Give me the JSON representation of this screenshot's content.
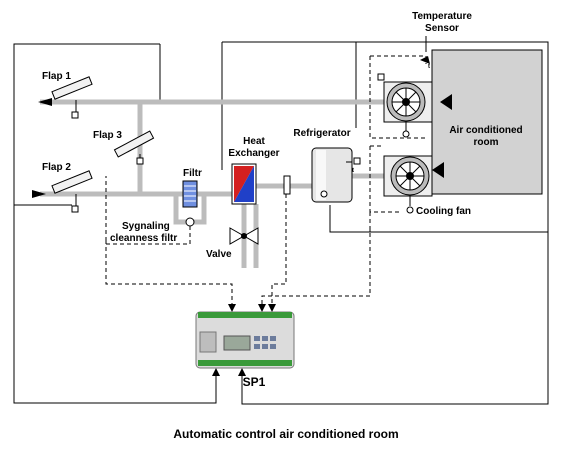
{
  "labels": {
    "temperature_sensor": [
      "Temperature",
      "Sensor"
    ],
    "flap1": "Flap 1",
    "flap2": "Flap 2",
    "flap3": "Flap 3",
    "filter": "Filtr",
    "heat_exchanger": [
      "Heat",
      "Exchanger"
    ],
    "refrigerator": "Refrigerator",
    "ac_room": [
      "Air conditioned",
      "room"
    ],
    "cooling_fan": "Cooling fan",
    "signaling": [
      "Sygnaling",
      "cleanness filtr"
    ],
    "valve": "Valve",
    "controller": "SP1"
  },
  "caption": "Automatic control air conditioned room",
  "colors": {
    "duct": "#bcbcbc",
    "room": "#d2d2d2",
    "heat_red": "#d42020",
    "heat_blue": "#2040c8",
    "filter_blue": "#6f8fe0",
    "controller_body": "#dcdcdc",
    "controller_terminal": "#3a9a3a"
  }
}
